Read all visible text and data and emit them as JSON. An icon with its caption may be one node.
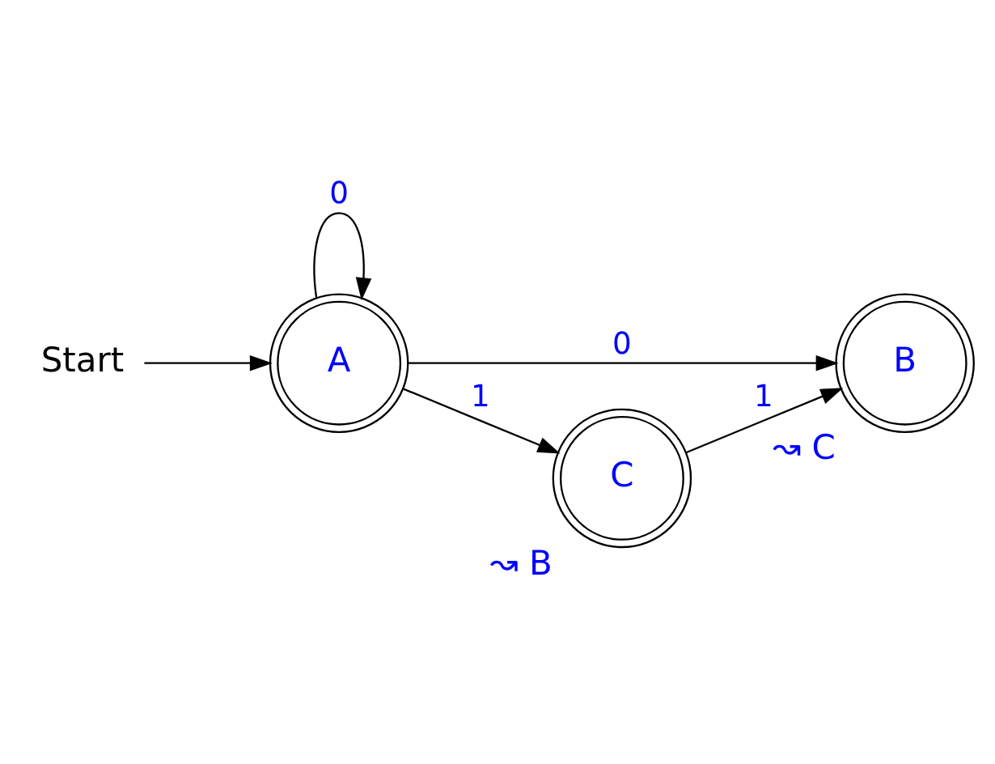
{
  "diagram": {
    "nodes": [
      {
        "text": [
          "Start"
        ]
      },
      {
        "text": [
          "A"
        ]
      },
      {
        "text": [
          "B"
        ],
        "beside": [
          "↝ C"
        ]
      },
      {
        "text": [
          "C"
        ],
        "beside": [
          "↝ B"
        ]
      }
    ],
    "edges": [
      {
        "from": 0,
        "to": 1,
        "arrow": "to"
      },
      {
        "from": 1,
        "to": 1,
        "arrow": "to",
        "label": "0"
      },
      {
        "from": 1,
        "to": 2,
        "arrow": "to",
        "label": "0"
      },
      {
        "from": 1,
        "to": 3,
        "arrow": "to",
        "label": "1"
      },
      {
        "from": 3,
        "to": 2,
        "arrow": "to",
        "label": "1"
      }
    ]
  }
}
